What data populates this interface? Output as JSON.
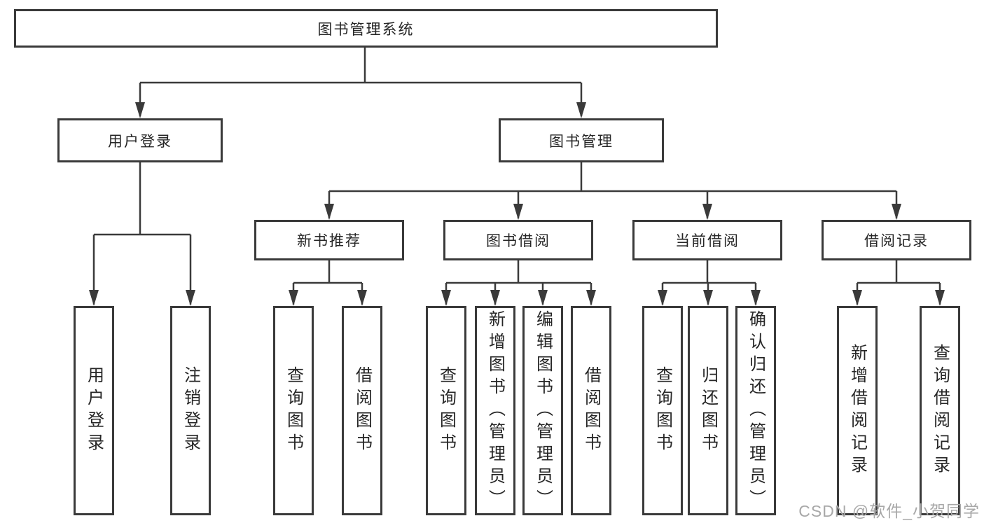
{
  "page": {
    "watermark": "CSDN @软件_小贺同学"
  },
  "style": {
    "line_color": "#3a3a3a",
    "box_border_color": "#3a3a3a",
    "box_fill": "#ffffff",
    "text_color": "#262626",
    "watermark_color": "#a8a8a8"
  },
  "tree": {
    "root": {
      "label": "图书管理系统",
      "children": [
        {
          "label": "用户登录",
          "children": [
            {
              "label": "用户登录"
            },
            {
              "label": "注销登录"
            }
          ]
        },
        {
          "label": "图书管理",
          "children": [
            {
              "label": "新书推荐",
              "children": [
                {
                  "label": "查询图书"
                },
                {
                  "label": "借阅图书"
                }
              ]
            },
            {
              "label": "图书借阅",
              "children": [
                {
                  "label": "查询图书"
                },
                {
                  "label": "新增图书（管理员）"
                },
                {
                  "label": "编辑图书（管理员）"
                },
                {
                  "label": "借阅图书"
                }
              ]
            },
            {
              "label": "当前借阅",
              "children": [
                {
                  "label": "查询图书"
                },
                {
                  "label": "归还图书"
                },
                {
                  "label": "确认归还（管理员）"
                }
              ]
            },
            {
              "label": "借阅记录",
              "children": [
                {
                  "label": "新增借阅记录"
                },
                {
                  "label": "查询借阅记录"
                }
              ]
            }
          ]
        }
      ]
    }
  }
}
